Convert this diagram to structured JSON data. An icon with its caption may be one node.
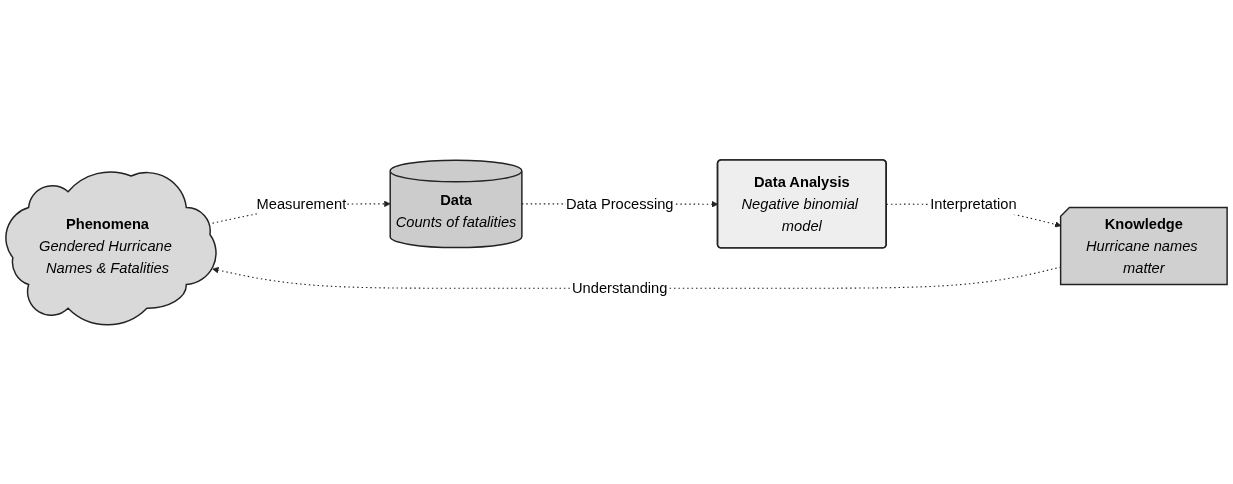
{
  "diagram": {
    "nodes": [
      {
        "text": [
          "Phenomena",
          "Gendered Hurricane Names & Fatalities"
        ]
      },
      {
        "text": [
          "Data",
          "Counts of fatalities"
        ]
      },
      {
        "text": [
          "Data Analysis",
          "Negative binomial model"
        ]
      },
      {
        "text": [
          "Knowledge",
          "Hurricane names matter"
        ]
      }
    ],
    "edges": [
      {
        "from": 0,
        "to": 1,
        "arrow": "to",
        "label": "Measurement",
        "style": "dashed"
      },
      {
        "from": 1,
        "to": 2,
        "arrow": "to",
        "label": "Data Processing",
        "style": "dashed"
      },
      {
        "from": 2,
        "to": 3,
        "arrow": "to",
        "label": "Interpretation",
        "style": "dashed"
      },
      {
        "from": 3,
        "to": 0,
        "arrow": "to",
        "label": "Understanding",
        "style": "dashed"
      }
    ]
  }
}
